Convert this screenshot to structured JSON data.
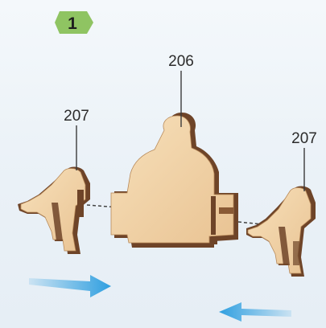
{
  "step": {
    "number": "1",
    "badge_color": "#8fc462"
  },
  "parts": [
    {
      "id": "left-gear-piece",
      "label": "207"
    },
    {
      "id": "center-top-piece",
      "label": "206"
    },
    {
      "id": "right-gear-piece",
      "label": "207"
    }
  ],
  "colors": {
    "wood_face": "#f2d3a8",
    "wood_edge": "#6e4428",
    "arrow": "#2f9fe0",
    "leader": "#3a3a3a"
  },
  "arrows": [
    {
      "direction": "right"
    },
    {
      "direction": "left"
    }
  ]
}
